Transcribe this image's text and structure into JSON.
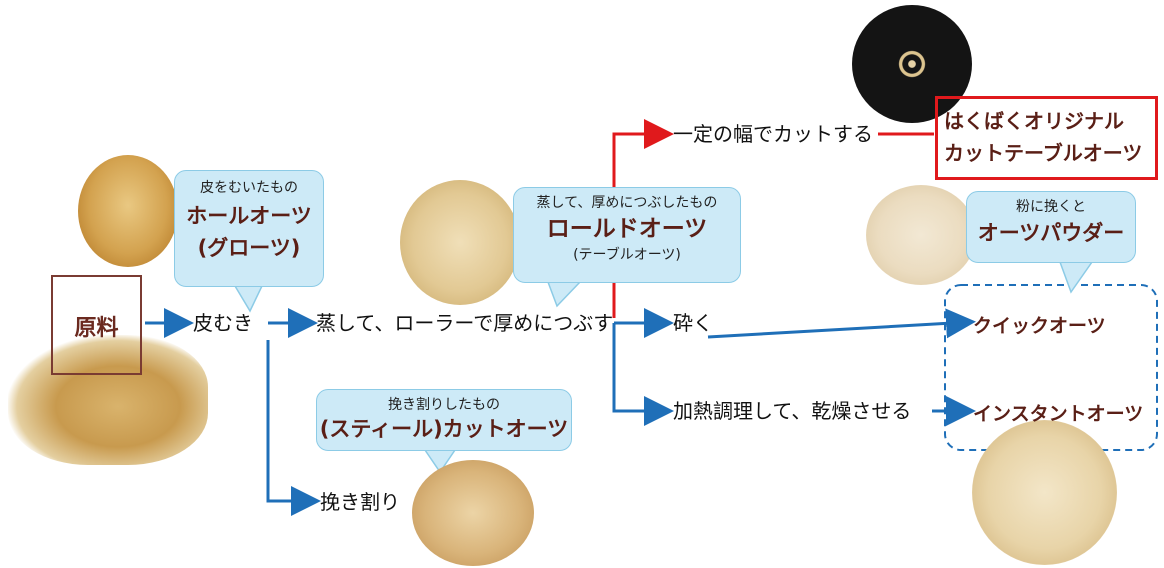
{
  "nodes": {
    "raw": "原料",
    "peel": "皮むき",
    "steam_roll": "蒸して、ローラーで厚めにつぶす",
    "crack": "挽き割り",
    "cut_fixed": "一定の幅でカットする",
    "crush": "砕く",
    "heat_dry": "加熱調理して、乾燥させる"
  },
  "bubbles": {
    "whole_oats": {
      "sub": "皮をむいたもの",
      "main1": "ホールオーツ",
      "main2": "(グローツ)"
    },
    "rolled_oats": {
      "sub": "蒸して、厚めにつぶしたもの",
      "main": "ロールドオーツ",
      "note": "(テーブルオーツ)"
    },
    "steel_cut": {
      "sub": "挽き割りしたもの",
      "main": "(スティール)カットオーツ"
    },
    "powder": {
      "sub": "粉に挽くと",
      "main": "オーツパウダー"
    }
  },
  "products": {
    "special_line1": "はくばくオリジナル",
    "special_line2": "カットテーブルオーツ",
    "quick": "クイックオーツ",
    "instant": "インスタントオーツ"
  },
  "colors": {
    "flow_arrow": "#1f6fb8",
    "highlight_arrow": "#e0191c",
    "bubble_fill": "#cdeaf7",
    "label_text": "#5a1f16"
  }
}
